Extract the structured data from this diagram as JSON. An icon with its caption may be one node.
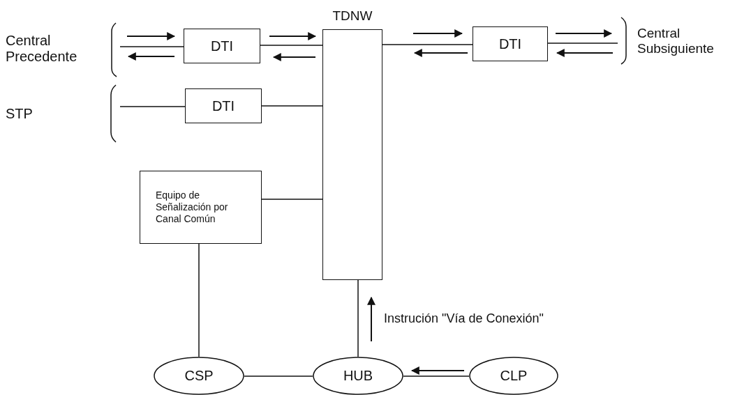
{
  "diagram": {
    "nodes": [
      {
        "text": [
          "Central Precedente"
        ]
      },
      {
        "text": [
          "DTI"
        ]
      },
      {
        "text": [
          "TDNW"
        ]
      },
      {
        "text": [
          "DTI"
        ]
      },
      {
        "text": [
          "Central Subsiguiente"
        ]
      },
      {
        "text": [
          "STP"
        ]
      },
      {
        "text": [
          "DTI"
        ]
      },
      {
        "text": [
          "Equipo de Señalización por Canal Común"
        ]
      },
      {
        "text": [
          "CSP"
        ]
      },
      {
        "text": [
          "HUB"
        ]
      },
      {
        "text": [
          "CLP"
        ]
      }
    ],
    "edges": [
      {
        "from": 0,
        "to": 1,
        "arrow": "none"
      },
      {
        "from": 1,
        "to": 2,
        "arrow": "none"
      },
      {
        "from": 2,
        "to": 3,
        "arrow": "none"
      },
      {
        "from": 3,
        "to": 4,
        "arrow": "none"
      },
      {
        "from": 5,
        "to": 6,
        "arrow": "none"
      },
      {
        "from": 6,
        "to": 2,
        "arrow": "none"
      },
      {
        "from": 7,
        "to": 2,
        "arrow": "none"
      },
      {
        "from": 7,
        "to": 8,
        "arrow": "none"
      },
      {
        "from": 8,
        "to": 9,
        "arrow": "none"
      },
      {
        "from": 9,
        "to": 2,
        "arrow": "none"
      },
      {
        "from": 10,
        "to": 9,
        "arrow": "none"
      }
    ],
    "labels": [
      "Instrución \"Vía de Conexión\""
    ]
  }
}
